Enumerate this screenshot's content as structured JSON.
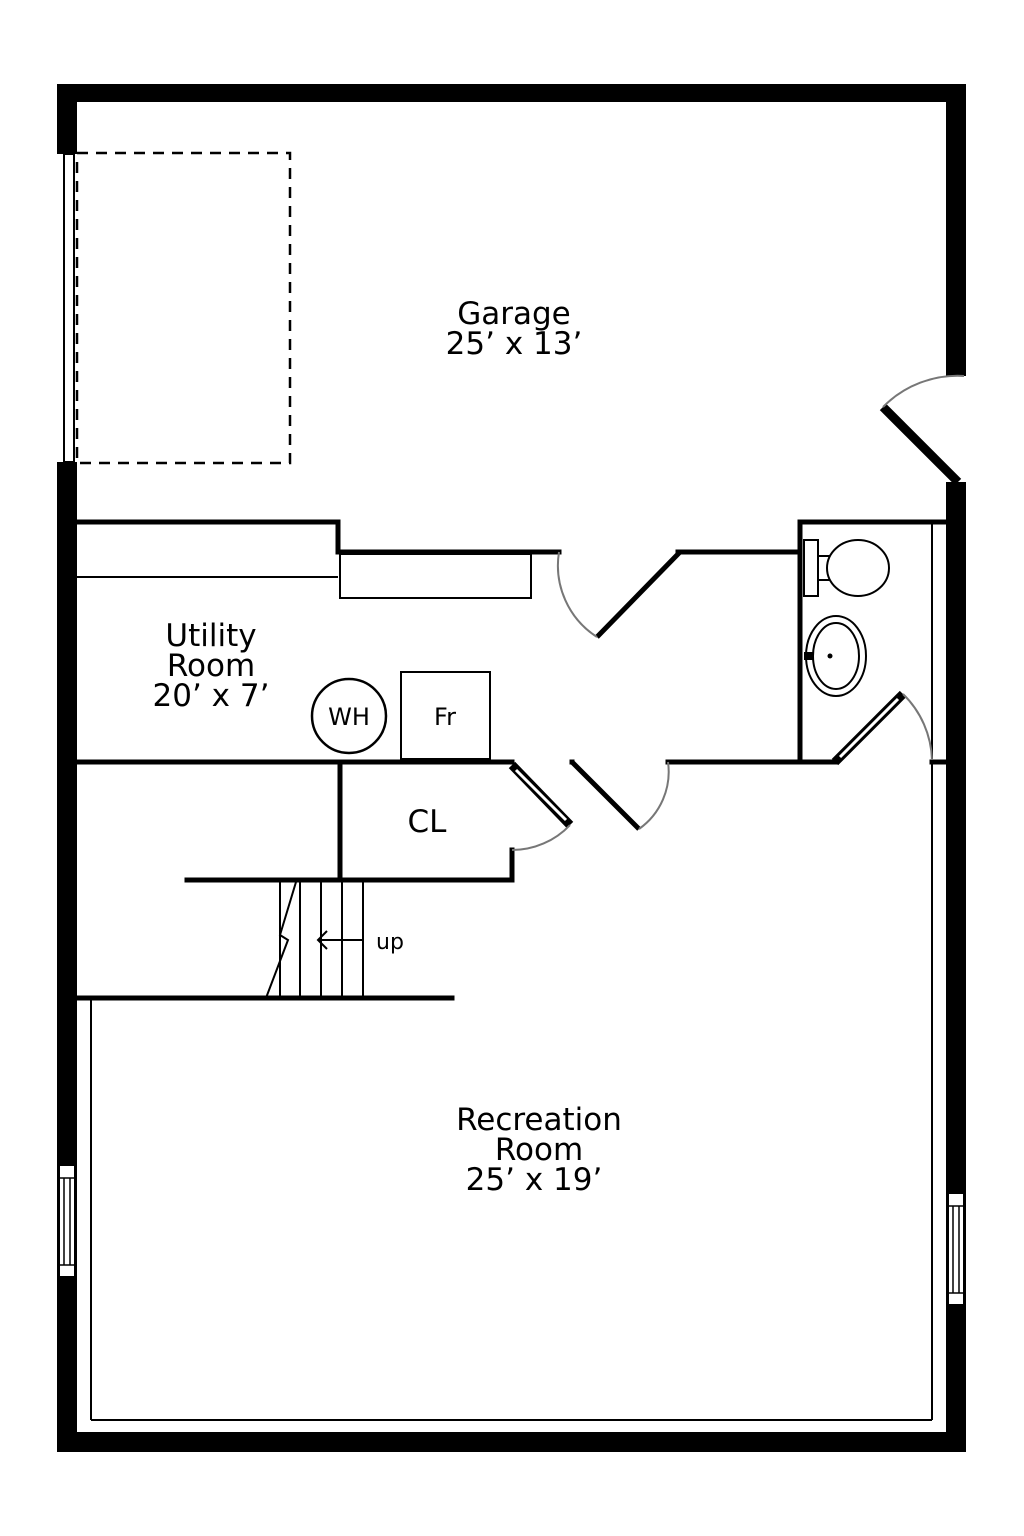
{
  "rooms": {
    "garage": {
      "name": "Garage",
      "dims": "25’ x 13’"
    },
    "utility": {
      "name_line1": "Utility",
      "name_line2": "Room",
      "dims": "20’ x 7’"
    },
    "recreation": {
      "name_line1": "Recreation",
      "name_line2": "Room",
      "dims": "25’ x 19’"
    }
  },
  "fixtures": {
    "water_heater": "WH",
    "furnace": "Fr",
    "closet": "CL",
    "stair_direction": "up"
  }
}
